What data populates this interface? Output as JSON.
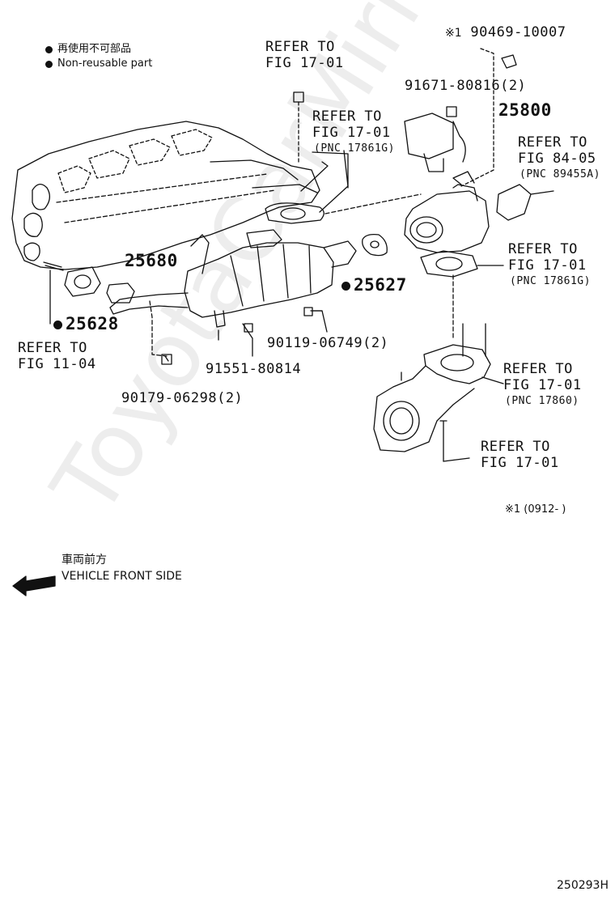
{
  "legend": {
    "jp": "再使用不可部品",
    "en": "Non-reusable part"
  },
  "labels": {
    "refer_top": [
      "REFER TO",
      "FIG 17-01"
    ],
    "refer_mid": [
      "REFER TO",
      "FIG 17-01"
    ],
    "pnc_17861g_a": "(PNC 17861G)",
    "part_90469": "90469-10007",
    "part_90469_mark": "※1",
    "part_91671": "91671-80816(2)",
    "part_25800": "25800",
    "refer_84": [
      "REFER TO",
      "FIG 84-05"
    ],
    "pnc_89455a": "(PNC 89455A)",
    "part_25680": "25680",
    "part_25627": "25627",
    "refer_right": [
      "REFER TO",
      "FIG 17-01"
    ],
    "pnc_17861g_b": "(PNC 17861G)",
    "part_25628": "25628",
    "refer_11": [
      "REFER TO",
      "FIG 11-04"
    ],
    "part_90119": "90119-06749(2)",
    "part_91551": "91551-80814",
    "part_90179": "90179-06298(2)",
    "refer_lower": [
      "REFER TO",
      "FIG 17-01"
    ],
    "pnc_17860": "(PNC 17860)",
    "refer_bottom": [
      "REFER TO",
      "FIG 17-01"
    ],
    "footnote": "※1 (0912-      )",
    "front_jp": "車両前方",
    "front_en": "VEHICLE FRONT SIDE",
    "fig_code": "250293H",
    "watermark": "ToyotaCarMirror.ru"
  }
}
